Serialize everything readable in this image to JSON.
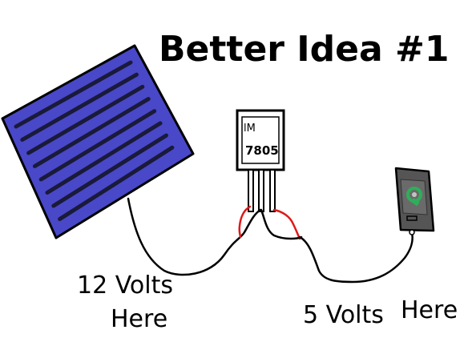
{
  "title": "Better Idea #1",
  "regulator": {
    "label_top": "lM",
    "label_bottom": "7805"
  },
  "labels": {
    "input_volts": "12 Volts",
    "input_here": "Here",
    "output_volts": "5 Volts",
    "output_here": "Here"
  },
  "colors": {
    "panel_fill": "#4848c8",
    "panel_stripe": "#1a1a3a",
    "wire": "#000000",
    "red_wire": "#e01818",
    "phone_body": "#555555",
    "phone_screen": "#6a6a6a",
    "phone_logo": "#2fae5a"
  }
}
